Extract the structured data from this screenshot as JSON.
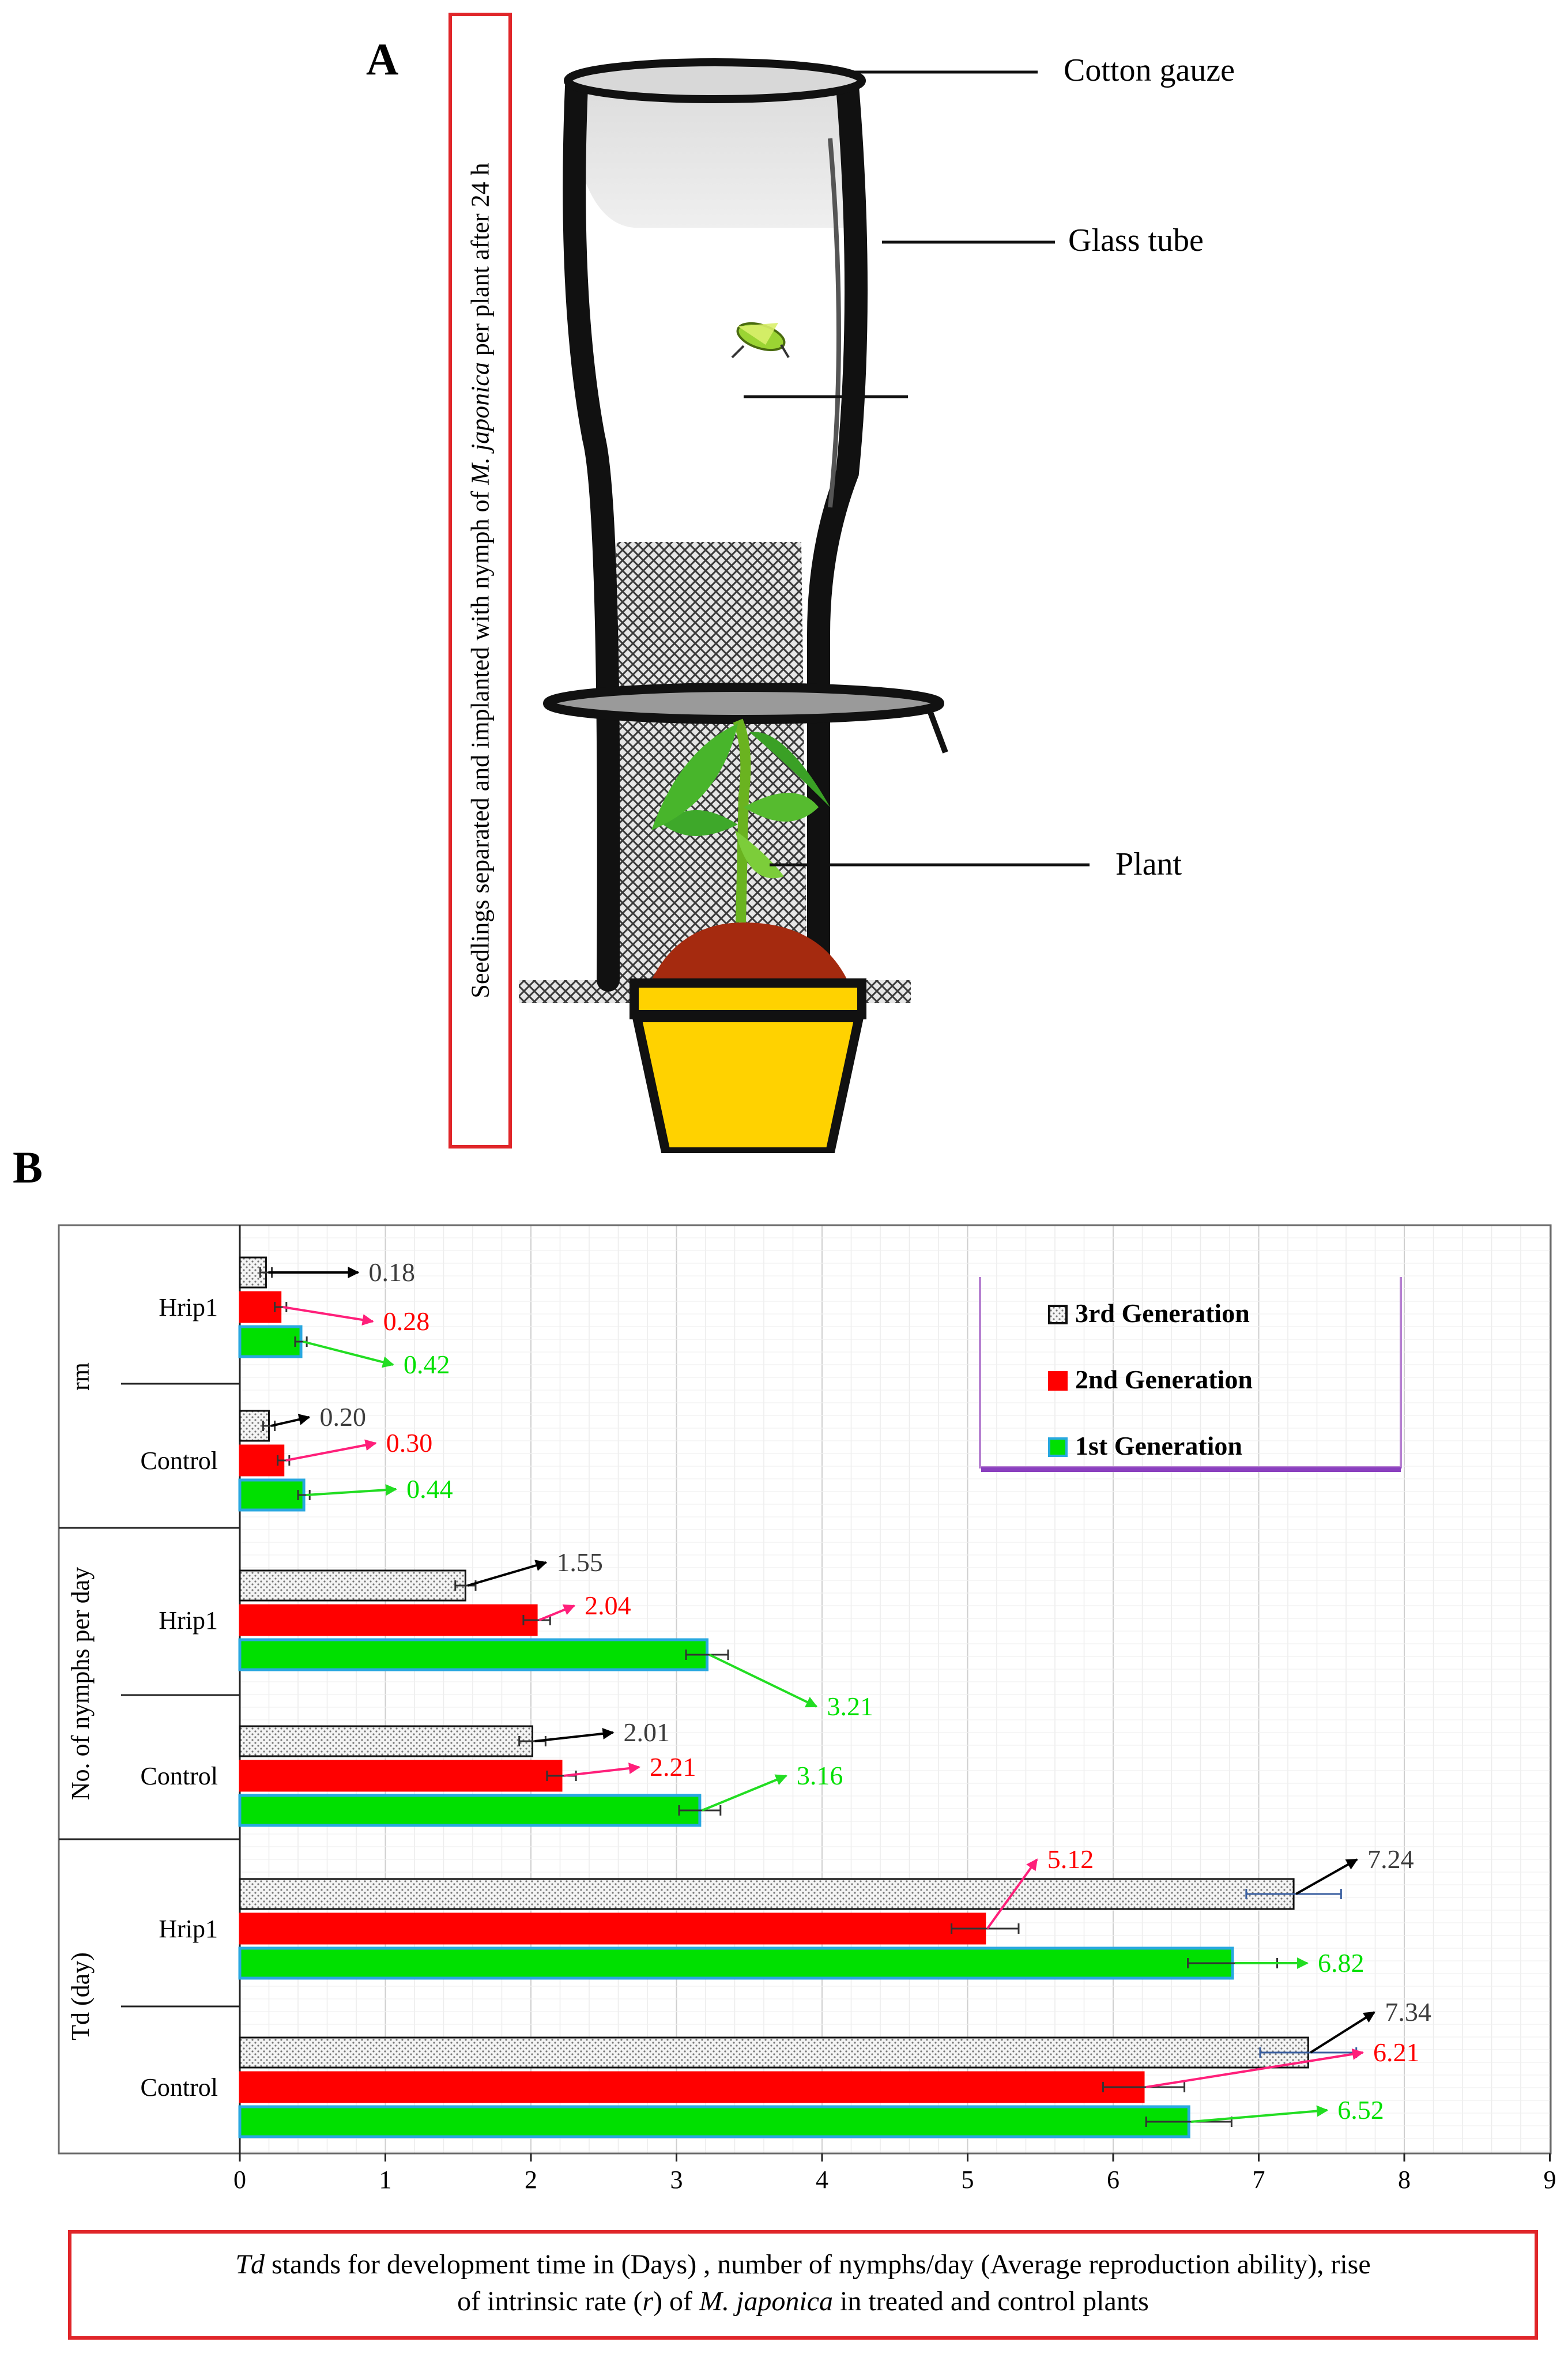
{
  "panel_a": {
    "letter": "A",
    "vertical_label_pre": "Seedlings separated and implanted with nymph of ",
    "vertical_label_italic": "M. japonica",
    "vertical_label_post": " per plant after 24 h",
    "callouts": [
      "Cotton gauze",
      "Glass tube",
      "Plant"
    ]
  },
  "panel_b": {
    "letter": "B"
  },
  "chart_data": {
    "type": "bar",
    "orientation": "horizontal",
    "x_ticks": [
      0,
      1,
      2,
      3,
      4,
      5,
      6,
      7,
      8,
      9
    ],
    "xlim": [
      0,
      9
    ],
    "grid": true,
    "legend_position": "top-right",
    "groups": [
      {
        "name": "rm",
        "subgroups": [
          {
            "label": "Hrip1",
            "values": [
              0.18,
              0.28,
              0.42
            ],
            "labels": [
              "0.18",
              "0.28",
              "0.42"
            ]
          },
          {
            "label": "Control",
            "values": [
              0.2,
              0.3,
              0.44
            ],
            "labels": [
              "0.20",
              "0.30",
              "0.44"
            ]
          }
        ]
      },
      {
        "name": "No. of nymphs per day",
        "subgroups": [
          {
            "label": "Hrip1",
            "values": [
              1.55,
              2.04,
              3.21
            ],
            "labels": [
              "1.55",
              "2.04",
              "3.21"
            ]
          },
          {
            "label": "Control",
            "values": [
              2.01,
              2.21,
              3.16
            ],
            "labels": [
              "2.01",
              "2.21",
              "3.16"
            ]
          }
        ]
      },
      {
        "name": "Td (day)",
        "subgroups": [
          {
            "label": "Hrip1",
            "values": [
              7.24,
              5.12,
              6.82
            ],
            "labels": [
              "7.24",
              "5.12",
              "6.82"
            ]
          },
          {
            "label": "Control",
            "values": [
              7.34,
              6.21,
              6.52
            ],
            "labels": [
              "7.34",
              "6.21",
              "6.52"
            ]
          }
        ]
      }
    ],
    "series": [
      {
        "name": "3rd Generation",
        "color": "#f2f2f2",
        "pattern": "dotted"
      },
      {
        "name": "2nd Generation",
        "color": "#ff0000"
      },
      {
        "name": "1st Generation",
        "color": "#00e000",
        "border": "#29a8e0"
      }
    ],
    "label_colors": [
      "#3c3c3c",
      "#ff0000",
      "#00e000"
    ],
    "arrow_colors": [
      "#000000",
      "#ff1f7a",
      "#22dd22"
    ]
  },
  "caption": {
    "italic_start": "Td",
    "line1_rest": " stands for development time in (Days) , number of nymphs/day  (Average reproduction ability), rise",
    "line2_pre": "of intrinsic rate (",
    "line2_italic_r": "r",
    "line2_mid": ") of ",
    "line2_italic_species": "M. japonica",
    "line2_post": " in treated and control plants"
  }
}
